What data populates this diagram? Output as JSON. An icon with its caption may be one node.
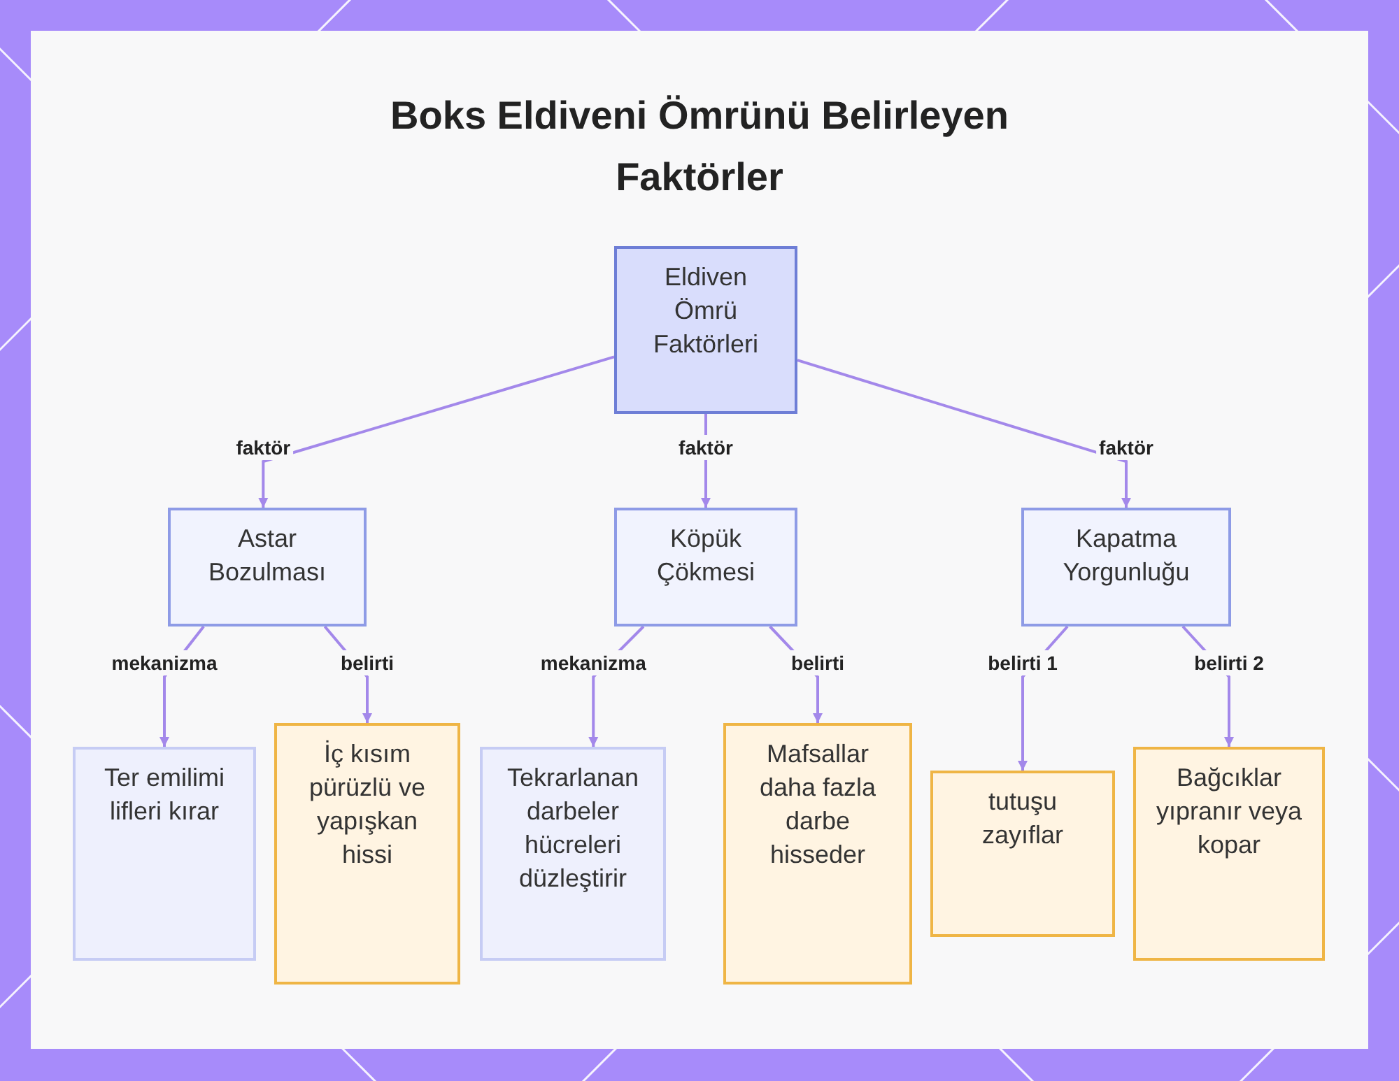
{
  "diagram": {
    "title": "Boks Eldiveni Ömrünü Belirleyen Faktörler",
    "nodes": [
      {
        "text": [
          "Eldiven Ömrü Faktörleri"
        ]
      },
      {
        "text": [
          "Astar Bozulması"
        ]
      },
      {
        "text": [
          "Köpük Çökmesi"
        ]
      },
      {
        "text": [
          "Kapatma Yorgunluğu"
        ]
      },
      {
        "text": [
          "Ter emilimi lifleri kırar"
        ]
      },
      {
        "text": [
          "İç kısım pürüzlü ve yapışkan hissi"
        ]
      },
      {
        "text": [
          "Tekrarlanan darbeler hücreleri düzleştirir"
        ]
      },
      {
        "text": [
          "Mafsallar daha fazla darbe hisseder"
        ]
      },
      {
        "text": [
          "tutuşu zayıflar"
        ]
      },
      {
        "text": [
          "Bağcıklar yıpranır veya kopar"
        ]
      }
    ],
    "edges": [
      {
        "from": 0,
        "to": 1,
        "arrow": "to",
        "label": "faktör"
      },
      {
        "from": 0,
        "to": 2,
        "arrow": "to",
        "label": "faktör"
      },
      {
        "from": 0,
        "to": 3,
        "arrow": "to",
        "label": "faktör"
      },
      {
        "from": 1,
        "to": 4,
        "arrow": "to",
        "label": "mekanizma"
      },
      {
        "from": 1,
        "to": 5,
        "arrow": "to",
        "label": "belirti"
      },
      {
        "from": 2,
        "to": 6,
        "arrow": "to",
        "label": "mekanizma"
      },
      {
        "from": 2,
        "to": 7,
        "arrow": "to",
        "label": "belirti"
      },
      {
        "from": 3,
        "to": 8,
        "arrow": "to",
        "label": "belirti 1"
      },
      {
        "from": 3,
        "to": 9,
        "arrow": "to",
        "label": "belirti 2"
      }
    ]
  }
}
